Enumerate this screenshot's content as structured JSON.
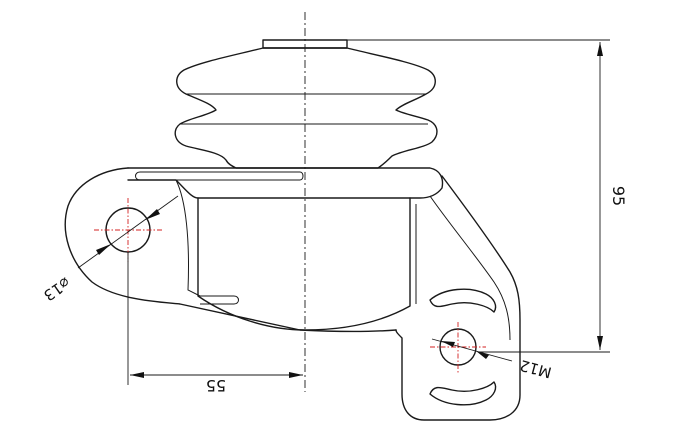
{
  "dimensions": {
    "height": "95",
    "width": "55",
    "hole_diameter": "⌀13",
    "thread": "M12"
  },
  "colors": {
    "outline": "#1a1a1a",
    "center_mark": "#d32020",
    "background": "#ffffff"
  }
}
